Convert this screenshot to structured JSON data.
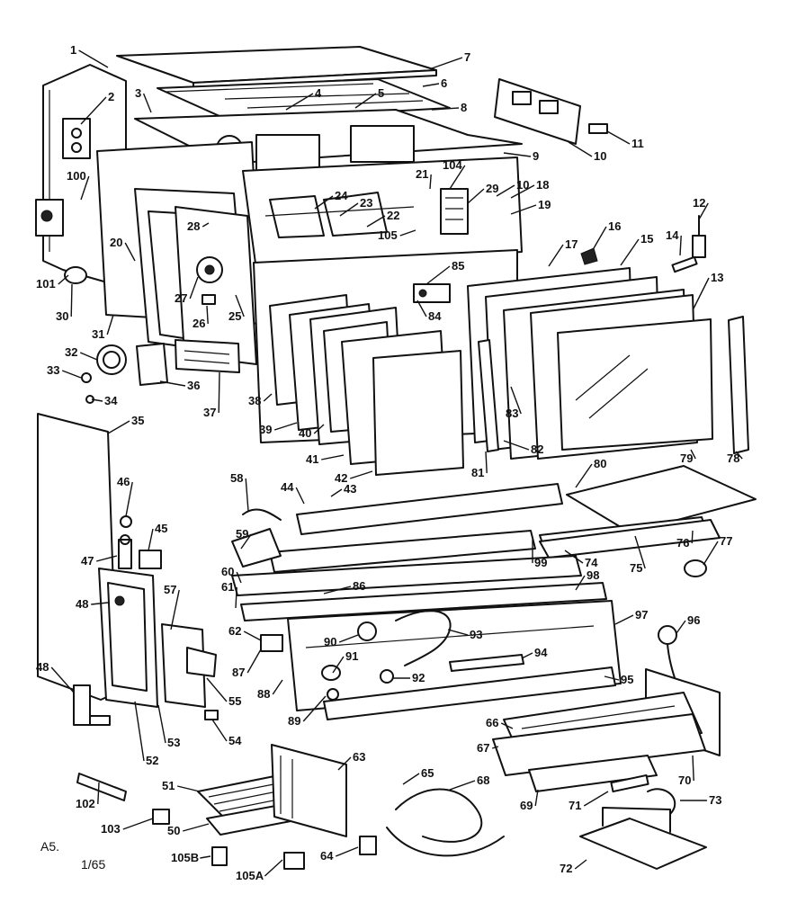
{
  "footer": {
    "left_code": "A5.",
    "page": "1/65"
  },
  "callouts": [
    {
      "id": "1",
      "text": "1"
    },
    {
      "id": "2",
      "text": "2"
    },
    {
      "id": "3",
      "text": "3"
    },
    {
      "id": "4",
      "text": "4"
    },
    {
      "id": "5",
      "text": "5"
    },
    {
      "id": "7",
      "text": "7"
    },
    {
      "id": "6",
      "text": "6"
    },
    {
      "id": "8",
      "text": "8"
    },
    {
      "id": "9",
      "text": "9"
    },
    {
      "id": "10a",
      "text": "10"
    },
    {
      "id": "11",
      "text": "11"
    },
    {
      "id": "12",
      "text": "12"
    },
    {
      "id": "14",
      "text": "14"
    },
    {
      "id": "13",
      "text": "13"
    },
    {
      "id": "15",
      "text": "15"
    },
    {
      "id": "16",
      "text": "16"
    },
    {
      "id": "17",
      "text": "17"
    },
    {
      "id": "18",
      "text": "18"
    },
    {
      "id": "19",
      "text": "19"
    },
    {
      "id": "10b",
      "text": "10"
    },
    {
      "id": "20",
      "text": "20"
    },
    {
      "id": "21",
      "text": "21"
    },
    {
      "id": "22",
      "text": "22"
    },
    {
      "id": "23",
      "text": "23"
    },
    {
      "id": "24",
      "text": "24"
    },
    {
      "id": "25",
      "text": "25"
    },
    {
      "id": "26",
      "text": "26"
    },
    {
      "id": "27",
      "text": "27"
    },
    {
      "id": "28",
      "text": "28"
    },
    {
      "id": "29",
      "text": "29"
    },
    {
      "id": "30",
      "text": "30"
    },
    {
      "id": "31",
      "text": "31"
    },
    {
      "id": "32",
      "text": "32"
    },
    {
      "id": "33",
      "text": "33"
    },
    {
      "id": "34",
      "text": "34"
    },
    {
      "id": "35",
      "text": "35"
    },
    {
      "id": "36",
      "text": "36"
    },
    {
      "id": "37",
      "text": "37"
    },
    {
      "id": "38",
      "text": "38"
    },
    {
      "id": "39",
      "text": "39"
    },
    {
      "id": "40",
      "text": "40"
    },
    {
      "id": "41",
      "text": "41"
    },
    {
      "id": "42",
      "text": "42"
    },
    {
      "id": "43",
      "text": "43"
    },
    {
      "id": "44",
      "text": "44"
    },
    {
      "id": "45",
      "text": "45"
    },
    {
      "id": "46",
      "text": "46"
    },
    {
      "id": "47",
      "text": "47"
    },
    {
      "id": "48a",
      "text": "48"
    },
    {
      "id": "48b",
      "text": "48"
    },
    {
      "id": "50",
      "text": "50"
    },
    {
      "id": "51",
      "text": "51"
    },
    {
      "id": "52",
      "text": "52"
    },
    {
      "id": "53",
      "text": "53"
    },
    {
      "id": "54",
      "text": "54"
    },
    {
      "id": "55",
      "text": "55"
    },
    {
      "id": "57",
      "text": "57"
    },
    {
      "id": "58",
      "text": "58"
    },
    {
      "id": "59",
      "text": "59"
    },
    {
      "id": "60",
      "text": "60"
    },
    {
      "id": "61",
      "text": "61"
    },
    {
      "id": "62",
      "text": "62"
    },
    {
      "id": "63",
      "text": "63"
    },
    {
      "id": "64",
      "text": "64"
    },
    {
      "id": "65",
      "text": "65"
    },
    {
      "id": "66",
      "text": "66"
    },
    {
      "id": "67",
      "text": "67"
    },
    {
      "id": "68",
      "text": "68"
    },
    {
      "id": "69",
      "text": "69"
    },
    {
      "id": "70",
      "text": "70"
    },
    {
      "id": "71",
      "text": "71"
    },
    {
      "id": "72",
      "text": "72"
    },
    {
      "id": "73",
      "text": "73"
    },
    {
      "id": "74",
      "text": "74"
    },
    {
      "id": "75",
      "text": "75"
    },
    {
      "id": "76",
      "text": "76"
    },
    {
      "id": "77",
      "text": "77"
    },
    {
      "id": "78",
      "text": "78"
    },
    {
      "id": "79",
      "text": "79"
    },
    {
      "id": "80",
      "text": "80"
    },
    {
      "id": "81",
      "text": "81"
    },
    {
      "id": "82",
      "text": "82"
    },
    {
      "id": "83",
      "text": "83"
    },
    {
      "id": "84",
      "text": "84"
    },
    {
      "id": "85",
      "text": "85"
    },
    {
      "id": "86",
      "text": "86"
    },
    {
      "id": "87",
      "text": "87"
    },
    {
      "id": "88",
      "text": "88"
    },
    {
      "id": "89",
      "text": "89"
    },
    {
      "id": "90",
      "text": "90"
    },
    {
      "id": "91",
      "text": "91"
    },
    {
      "id": "92",
      "text": "92"
    },
    {
      "id": "93",
      "text": "93"
    },
    {
      "id": "94",
      "text": "94"
    },
    {
      "id": "95",
      "text": "95"
    },
    {
      "id": "96",
      "text": "96"
    },
    {
      "id": "97",
      "text": "97"
    },
    {
      "id": "98",
      "text": "98"
    },
    {
      "id": "99",
      "text": "99"
    },
    {
      "id": "100",
      "text": "100"
    },
    {
      "id": "101",
      "text": "101"
    },
    {
      "id": "102",
      "text": "102"
    },
    {
      "id": "103",
      "text": "103"
    },
    {
      "id": "104",
      "text": "104"
    },
    {
      "id": "105",
      "text": "105"
    },
    {
      "id": "105A",
      "text": "105A"
    },
    {
      "id": "105B",
      "text": "105B"
    }
  ]
}
